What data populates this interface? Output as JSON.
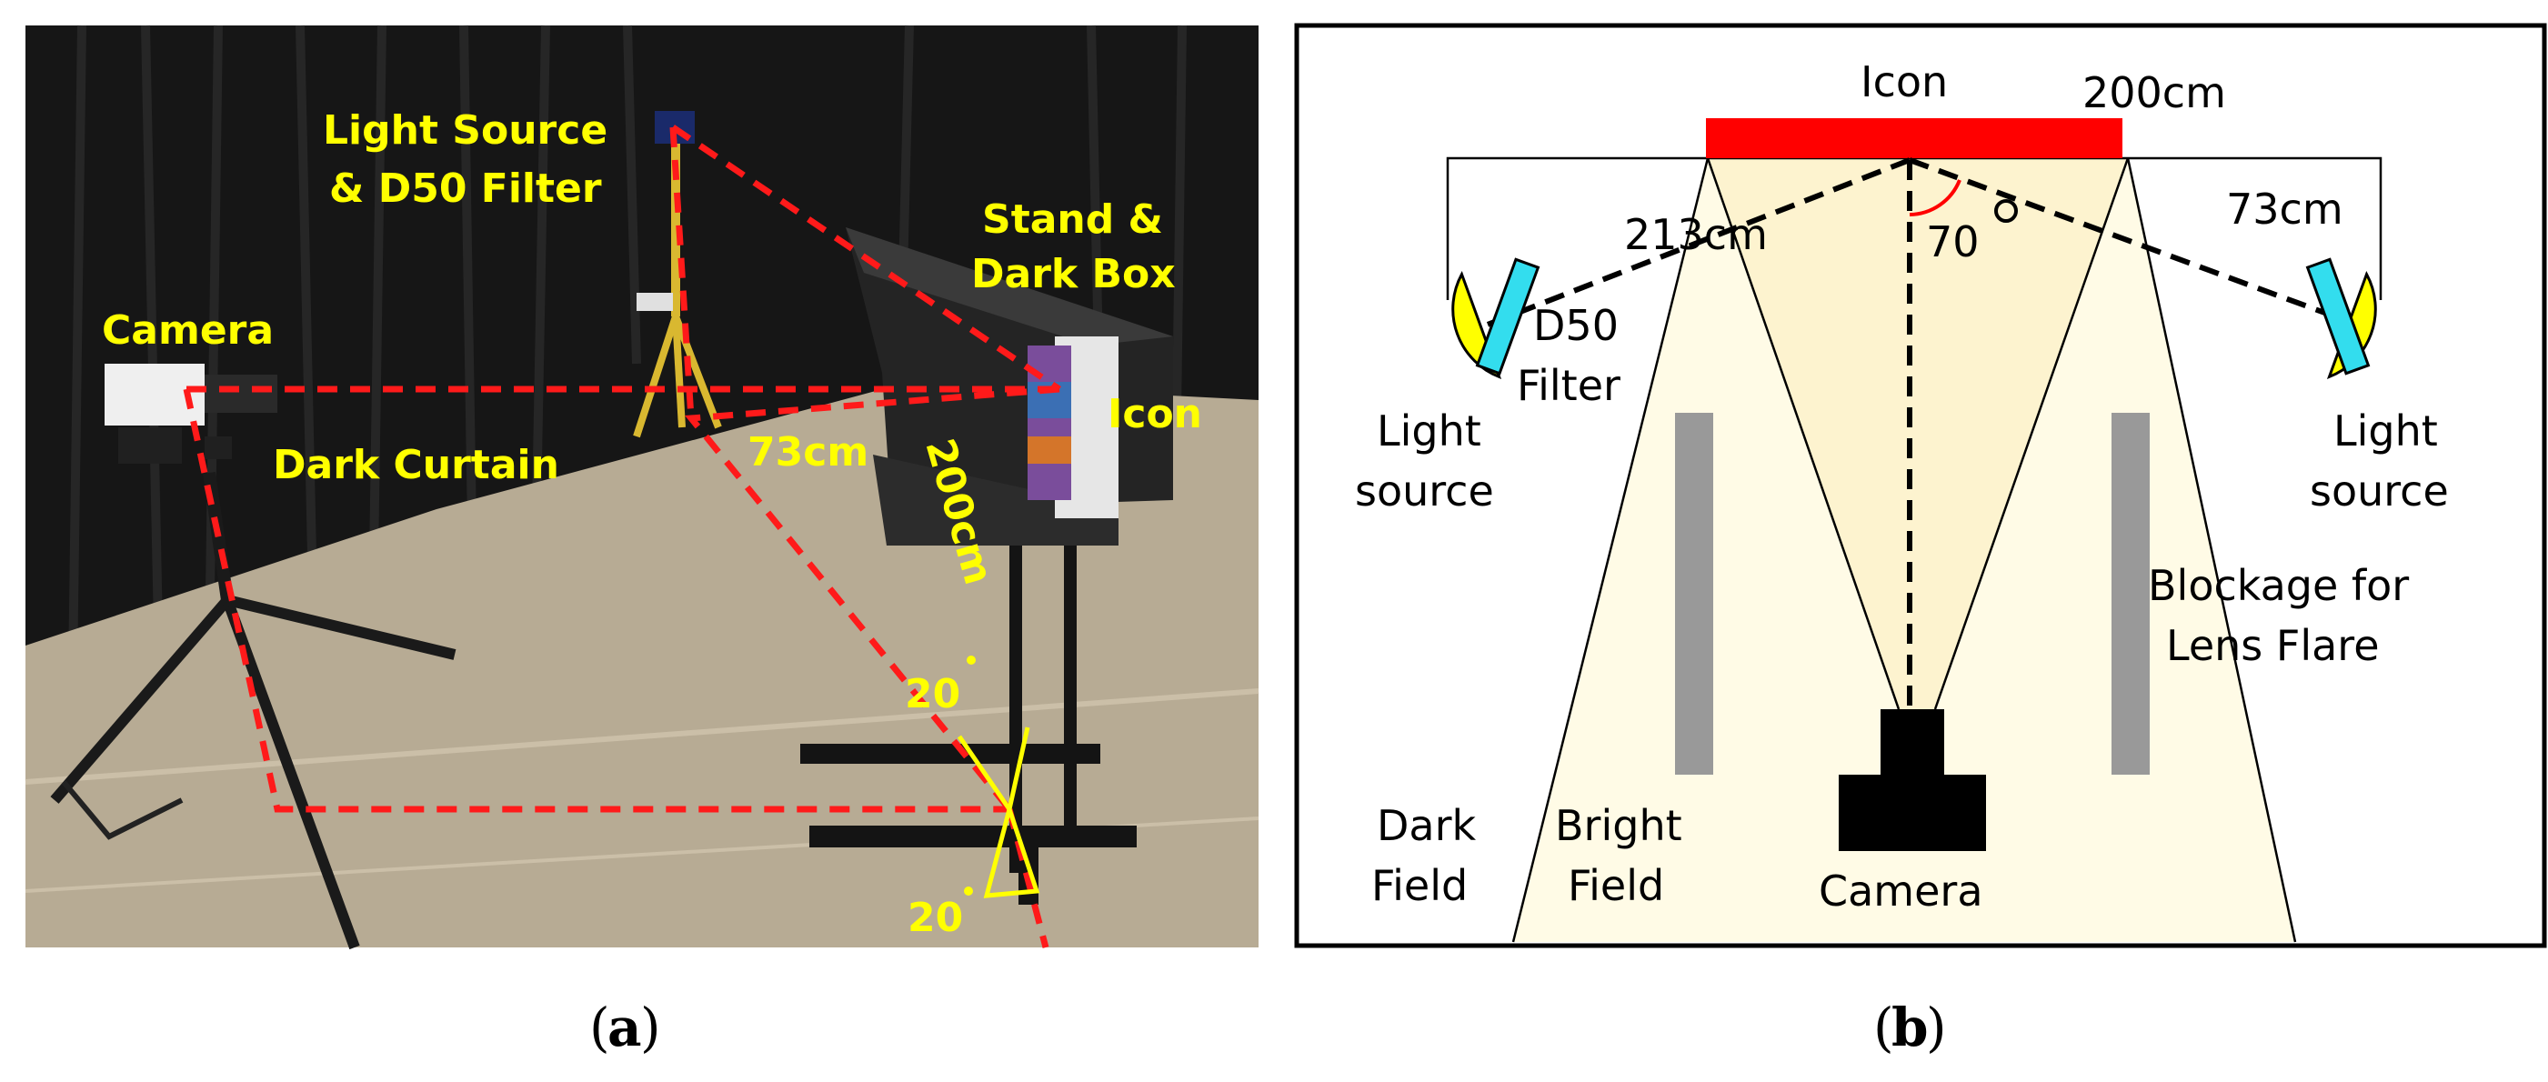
{
  "panel_a": {
    "caption_letter": "a",
    "labels": {
      "light_source_1": "Light Source",
      "light_source_2": "& D50 Filter",
      "stand_1": "Stand &",
      "stand_2": "Dark Box",
      "camera": "Camera",
      "icon": "Icon",
      "dark_curtain": "Dark Curtain",
      "dist_73": "73cm",
      "dist_200": "200cm",
      "angle_top": "20",
      "angle_bottom": "20"
    },
    "colors": {
      "label": "#ffff00",
      "dash": "#ff1a1a",
      "curtain": "#161616",
      "floor": "#b7ab94"
    }
  },
  "panel_b": {
    "caption_letter": "b",
    "labels": {
      "icon": "Icon",
      "dist_200": "200cm",
      "dist_213": "213cm",
      "dist_73": "73cm",
      "angle": "70",
      "filter_1": "D50",
      "filter_2": "Filter",
      "light_left_1": "Light",
      "light_left_2": "source",
      "light_right_1": "Light",
      "light_right_2": "source",
      "blockage_1": "Blockage for",
      "blockage_2": "Lens Flare",
      "dark_field_1": "Dark",
      "dark_field_2": "Field",
      "bright_field_1": "Bright",
      "bright_field_2": "Field",
      "camera": "Camera"
    },
    "colors": {
      "icon": "#ff0000",
      "lamp": "#ffff00",
      "filter": "#33ddee",
      "blockage": "#999999",
      "field_outer": "#fffbe6",
      "field_inner": "#fdf3cf"
    }
  }
}
